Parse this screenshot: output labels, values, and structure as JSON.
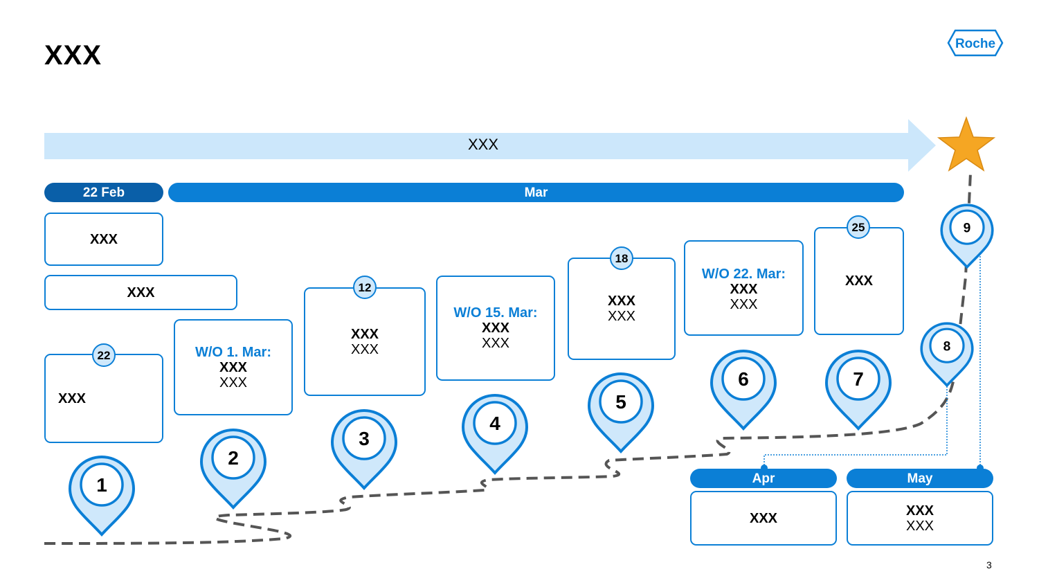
{
  "title": "XXX",
  "logo": "Roche",
  "page_number": "3",
  "arrow": {
    "label": "XXX"
  },
  "months": {
    "feb": "22 Feb",
    "mar": "Mar",
    "apr": "Apr",
    "may": "May"
  },
  "top_boxes": [
    {
      "text": "XXX"
    },
    {
      "text": "XXX"
    }
  ],
  "milestones": [
    {
      "pin": "1",
      "date": "22",
      "lines": [
        "XXX"
      ]
    },
    {
      "pin": "2",
      "wo": "W/O 1. Mar:",
      "lines": [
        "XXX",
        "XXX"
      ]
    },
    {
      "pin": "3",
      "date": "12",
      "lines": [
        "XXX",
        "XXX"
      ]
    },
    {
      "pin": "4",
      "wo": "W/O 15. Mar:",
      "lines": [
        "XXX",
        "XXX"
      ]
    },
    {
      "pin": "5",
      "date": "18",
      "lines": [
        "XXX",
        "XXX"
      ]
    },
    {
      "pin": "6",
      "wo": "W/O 22. Mar:",
      "lines": [
        "XXX",
        "XXX"
      ]
    },
    {
      "pin": "7",
      "date": "25",
      "lines": [
        "XXX"
      ]
    },
    {
      "pin": "8"
    },
    {
      "pin": "9"
    }
  ],
  "apr_box": {
    "lines": [
      "XXX"
    ]
  },
  "may_box": {
    "lines": [
      "XXX",
      "XXX"
    ]
  },
  "colors": {
    "primary": "#0b7fd6",
    "dark": "#0a5fa8",
    "light": "#cfe8fb",
    "arrow": "#cce7fb",
    "road": "#555555",
    "star": "#f5a623"
  },
  "icons": {
    "goal": "star-icon",
    "marker": "map-pin-icon"
  }
}
